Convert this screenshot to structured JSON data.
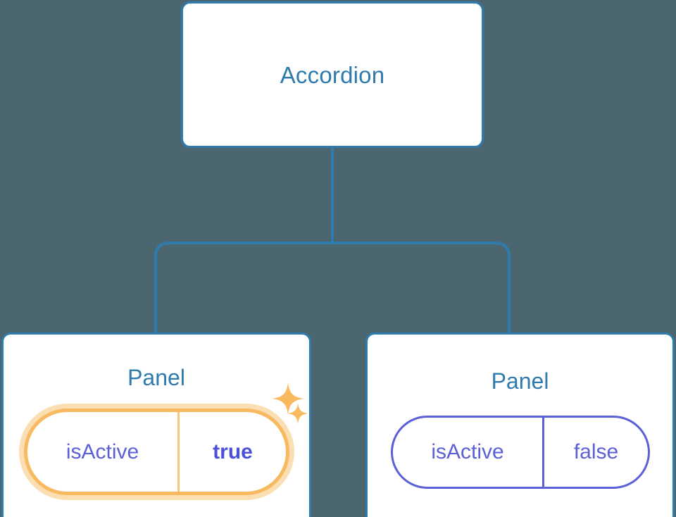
{
  "diagram": {
    "type": "component-tree",
    "background_color": "#4c6670",
    "node_border_color": "#2f7bae",
    "node_text_color": "#2f7bae",
    "prop_text_color": "#5b60d6",
    "highlight_color": "#f8b960",
    "highlight_glow_color": "#fbdeb2",
    "connector_color": "#2f7bae"
  },
  "root": {
    "label": "Accordion"
  },
  "panels": [
    {
      "title": "Panel",
      "highlighted": true,
      "prop": {
        "key": "isActive",
        "value": "true"
      },
      "sparkle_large": "sparkle-icon",
      "sparkle_small": "sparkle-icon"
    },
    {
      "title": "Panel",
      "highlighted": false,
      "prop": {
        "key": "isActive",
        "value": "false"
      }
    }
  ]
}
